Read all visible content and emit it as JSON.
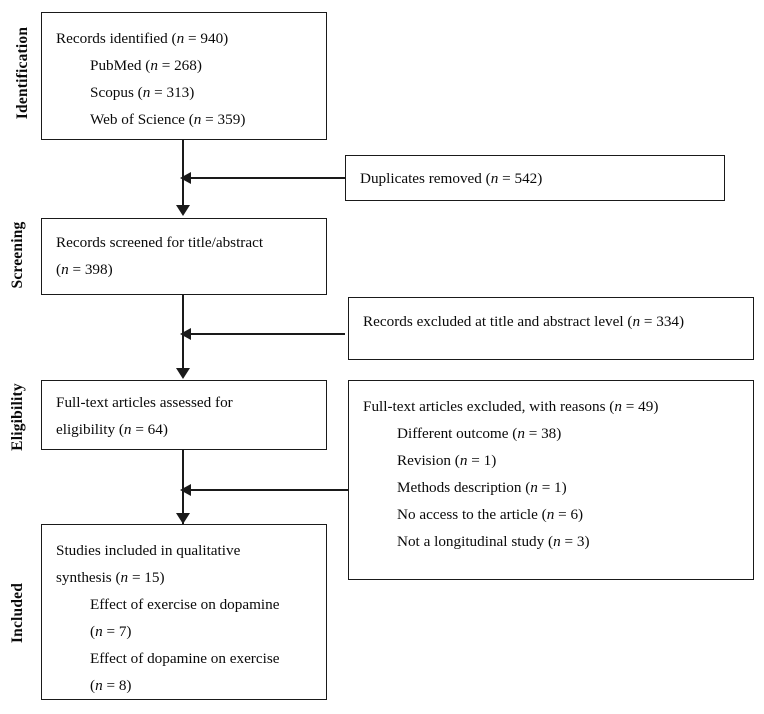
{
  "diagram": {
    "type": "prisma-flow-diagram",
    "stages": [
      {
        "id": "identification",
        "label": "Identification"
      },
      {
        "id": "screening",
        "label": "Screening"
      },
      {
        "id": "eligibility",
        "label": "Eligibility"
      },
      {
        "id": "included",
        "label": "Included"
      }
    ]
  },
  "boxes": {
    "identified": {
      "lines": [
        {
          "text": "Records identified (n = 940)",
          "indent": false
        },
        {
          "text": "PubMed (n = 268)",
          "indent": true
        },
        {
          "text": "Scopus (n = 313)",
          "indent": true
        },
        {
          "text": "Web of Science (n = 359)",
          "indent": true
        }
      ]
    },
    "duplicates": {
      "lines": [
        {
          "text": "Duplicates removed (n = 542)",
          "indent": false
        }
      ]
    },
    "screened": {
      "lines": [
        {
          "text": "Records screened for title/abstract",
          "indent": false
        },
        {
          "text": "(n = 398)",
          "indent": false
        }
      ]
    },
    "excluded_titles": {
      "lines": [
        {
          "text": "Records excluded at title and abstract level (n = 334)",
          "indent": false
        }
      ]
    },
    "fulltext_assessed": {
      "lines": [
        {
          "text": "Full-text articles assessed for",
          "indent": false
        },
        {
          "text": "eligibility (n = 64)",
          "indent": false
        }
      ]
    },
    "fulltext_excluded": {
      "lines": [
        {
          "text": "Full-text articles excluded, with reasons (n = 49)",
          "indent": false
        },
        {
          "text": "Different outcome (n = 38)",
          "indent": true
        },
        {
          "text": "Revision (n = 1)",
          "indent": true
        },
        {
          "text": "Methods description (n = 1)",
          "indent": true
        },
        {
          "text": "No access to the article (n = 6)",
          "indent": true
        },
        {
          "text": "Not a longitudinal study (n = 3)",
          "indent": true
        }
      ]
    },
    "included_studies": {
      "lines": [
        {
          "text": "Studies included in qualitative",
          "indent": false
        },
        {
          "text": "synthesis (n = 15)",
          "indent": false
        },
        {
          "text": "Effect of exercise on dopamine",
          "indent": true
        },
        {
          "text": "(n = 7)",
          "indent": true
        },
        {
          "text": "Effect of dopamine on exercise",
          "indent": true
        },
        {
          "text": "(n = 8)",
          "indent": true
        }
      ]
    }
  },
  "counts": {
    "records_identified": 940,
    "pubmed": 268,
    "scopus": 313,
    "web_of_science": 359,
    "duplicates_removed": 542,
    "records_screened": 398,
    "records_excluded_title_abstract": 334,
    "fulltext_assessed": 64,
    "fulltext_excluded": 49,
    "reason_different_outcome": 38,
    "reason_revision": 1,
    "reason_methods_description": 1,
    "reason_no_access": 6,
    "reason_not_longitudinal": 3,
    "included_total": 15,
    "included_exercise_on_dopamine": 7,
    "included_dopamine_on_exercise": 8
  },
  "colors": {
    "border": "#1a1a1a",
    "text": "#0a0a0a",
    "background": "#ffffff"
  }
}
